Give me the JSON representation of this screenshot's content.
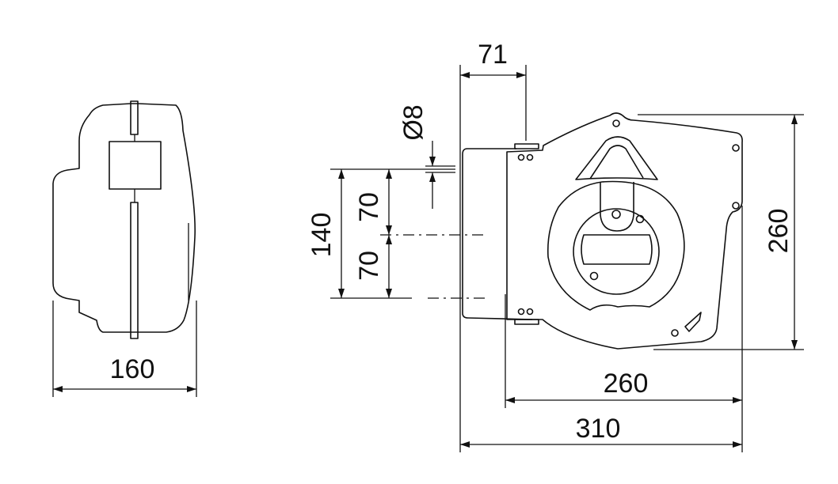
{
  "title": "Hose reel dimension drawing",
  "dimensions": {
    "side_width": "160",
    "bracket_offset": "71",
    "hole_diameter": "Ø8",
    "hole_spacing_total": "140",
    "hole_spacing_upper": "70",
    "hole_spacing_lower": "70",
    "height": "260",
    "body_width": "260",
    "overall_width": "310"
  },
  "colors": {
    "line": "#111111",
    "background": "#ffffff"
  }
}
